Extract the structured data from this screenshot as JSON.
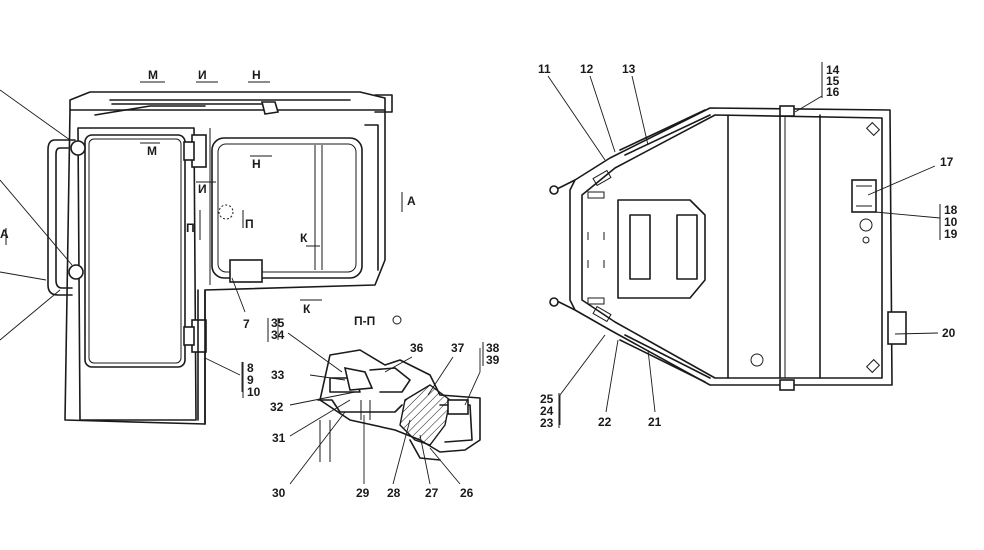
{
  "callouts": {
    "c7": "7",
    "c8": "8",
    "c9": "9",
    "c10": "10",
    "c11": "11",
    "c12": "12",
    "c13": "13",
    "c14": "14",
    "c15": "15",
    "c16": "16",
    "c17": "17",
    "c18": "18",
    "c10b": "10",
    "c19": "19",
    "c20": "20",
    "c21": "21",
    "c22": "22",
    "c23": "23",
    "c24": "24",
    "c25": "25",
    "c26": "26",
    "c27": "27",
    "c28": "28",
    "c29": "29",
    "c30": "30",
    "c31": "31",
    "c32": "32",
    "c33": "33",
    "c34": "34",
    "c35": "35",
    "c36": "36",
    "c37": "37",
    "c38": "38",
    "c39": "39"
  },
  "section_marks": {
    "m1": "М",
    "m2": "М",
    "i1": "И",
    "i2": "И",
    "n1": "Н",
    "n2": "Н",
    "p1": "П",
    "p2": "П",
    "k1": "К",
    "k2": "К",
    "a1": "А",
    "a2": "А"
  },
  "section_title": "П-П"
}
